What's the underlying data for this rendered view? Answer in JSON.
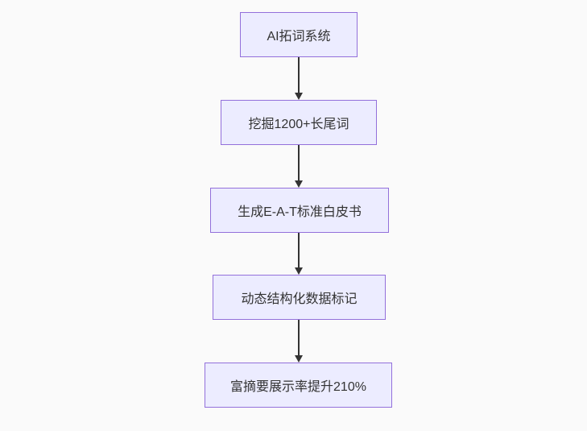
{
  "diagram": {
    "type": "flowchart-top-down",
    "colors": {
      "background": "#FAFAFA",
      "node_fill": "#ECECFF",
      "node_border": "#9370DB",
      "arrow": "#333333",
      "text": "#333333"
    },
    "nodes": [
      {
        "id": "n1",
        "label": "AI拓词系统"
      },
      {
        "id": "n2",
        "label": "挖掘1200+长尾词"
      },
      {
        "id": "n3",
        "label": "生成E-A-T标准白皮书"
      },
      {
        "id": "n4",
        "label": "动态结构化数据标记"
      },
      {
        "id": "n5",
        "label": "富摘要展示率提升210%"
      }
    ],
    "edges": [
      {
        "from": "n1",
        "to": "n2"
      },
      {
        "from": "n2",
        "to": "n3"
      },
      {
        "from": "n3",
        "to": "n4"
      },
      {
        "from": "n4",
        "to": "n5"
      }
    ]
  }
}
